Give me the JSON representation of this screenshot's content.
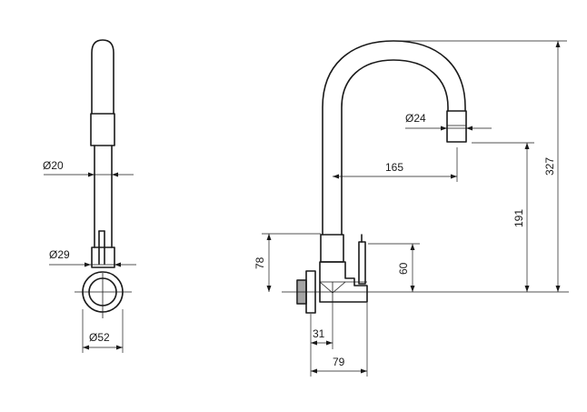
{
  "dimensions": {
    "side_stem_diameter": "Ø20",
    "side_body_diameter": "Ø29",
    "side_flange_diameter": "Ø52",
    "outlet_diameter": "Ø24",
    "spout_reach": "165",
    "outlet_height": "191",
    "total_height": "327",
    "body_height": "78",
    "lever_height": "60",
    "wall_offset": "31",
    "body_depth": "79"
  }
}
